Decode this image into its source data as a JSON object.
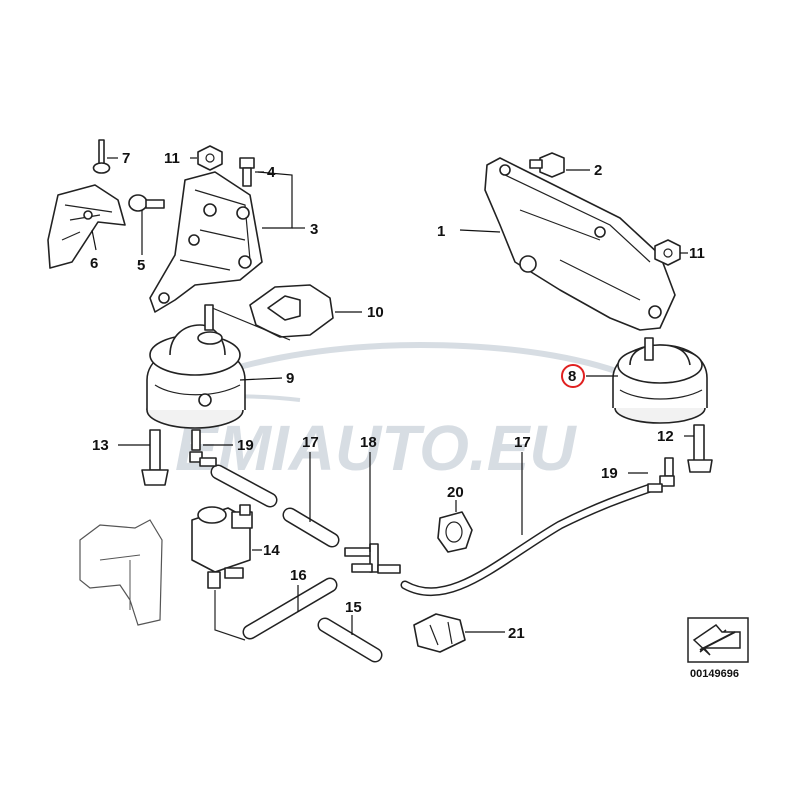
{
  "watermark": {
    "text": "EMIAUTO.EU",
    "color": "#d7dde3"
  },
  "highlight_color": "#e02020",
  "highlighted_part": "8",
  "diagram_ref": "00149696",
  "callouts": {
    "c1": "1",
    "c2": "2",
    "c3": "3",
    "c4": "4",
    "c5": "5",
    "c6": "6",
    "c7": "7",
    "c8": "8",
    "c9": "9",
    "c10": "10",
    "c11a": "11",
    "c11b": "11",
    "c12": "12",
    "c13": "13",
    "c14": "14",
    "c15": "15",
    "c16": "16",
    "c17a": "17",
    "c17b": "17",
    "c18": "18",
    "c19a": "19",
    "c19b": "19",
    "c20": "20",
    "c21": "21"
  },
  "icons": {
    "arrow": "direction-arrow-icon"
  }
}
